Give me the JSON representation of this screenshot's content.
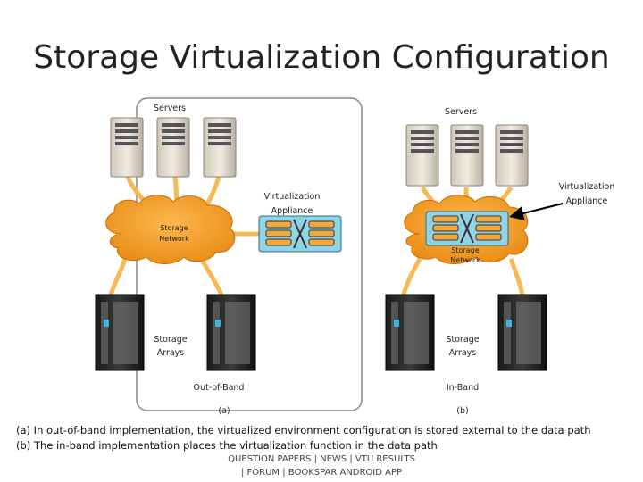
{
  "title": "Storage Virtualization Configuration",
  "left": {
    "servers_label": "Servers",
    "appliance_label_1": "Virtualization",
    "appliance_label_2": "Appliance",
    "network_label_1": "Storage",
    "network_label_2": "Network",
    "arrays_label_1": "Storage",
    "arrays_label_2": "Arrays",
    "mode_label": "Out-of-Band",
    "panel_label": "(a)"
  },
  "right": {
    "servers_label": "Servers",
    "appliance_label_1": "Virtualization",
    "appliance_label_2": "Appliance",
    "network_label_1": "Storage",
    "network_label_2": "Network",
    "arrays_label_1": "Storage",
    "arrays_label_2": "Arrays",
    "mode_label": "In-Band",
    "panel_label": "(b)"
  },
  "captions": {
    "line_a": "(a) In out-of-band implementation, the virtualized environment configuration is stored external to the data path",
    "line_b": "(b) The in-band implementation places the virtualization function in the data path"
  },
  "footer": {
    "line_1": "QUESTION PAPERS | NEWS | VTU RESULTS",
    "line_2": "| FORUM | BOOKSPAR ANDROID APP"
  },
  "colors": {
    "cloud": "#f39a1f",
    "link": "#f7b955",
    "appliance": "#8fd3e6",
    "panel_border": "#888888"
  }
}
